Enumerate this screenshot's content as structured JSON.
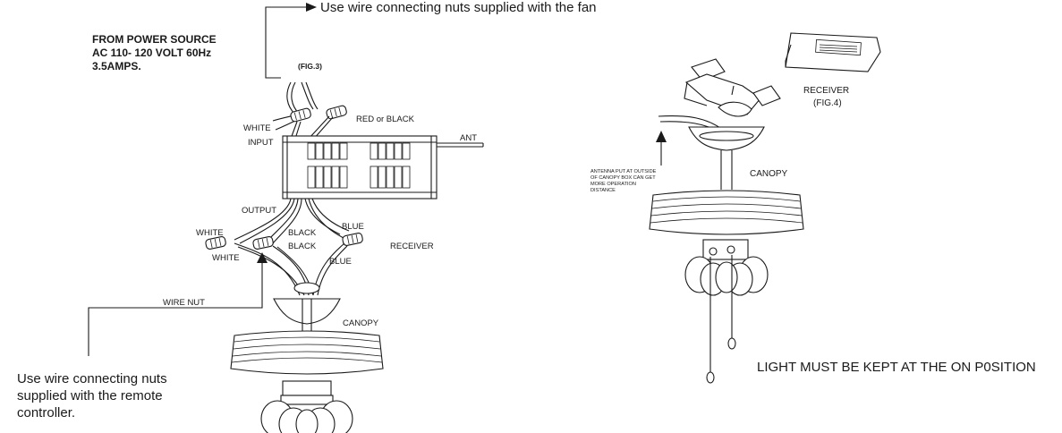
{
  "left_diagram": {
    "top_note": "Use wire connecting nuts supplied with the fan",
    "power_source": [
      "FROM POWER SOURCE",
      "AC 110- 120 VOLT 60Hz",
      "3.5AMPS."
    ],
    "fig_label": "(FIG.3)",
    "labels": {
      "white_input": "WHITE",
      "input": "INPUT",
      "red_or_black": "RED or BLACK",
      "ant": "ANT",
      "output": "OUTPUT",
      "white_left": "WHITE",
      "white_lower": "WHITE",
      "black_upper": "BLACK",
      "black_lower": "BLACK",
      "blue_upper": "BLUE",
      "blue_lower": "BLUE",
      "receiver": "RECEIVER",
      "wire_nut": "WIRE NUT",
      "canopy": "CANOPY"
    },
    "bottom_note": [
      "Use wire connecting nuts",
      "supplied with the remote",
      "controller."
    ]
  },
  "right_diagram": {
    "receiver_label": "RECEIVER",
    "fig_label": "(FIG.4)",
    "antenna_note": [
      "ANTENNA PUT AT OUTSIDE",
      "OF CANOPY BOX CAN GET",
      "MORE OPERATION",
      "DISTANCE"
    ],
    "canopy": "CANOPY",
    "light_note": "LIGHT MUST BE KEPT AT THE ON P0SITION"
  }
}
